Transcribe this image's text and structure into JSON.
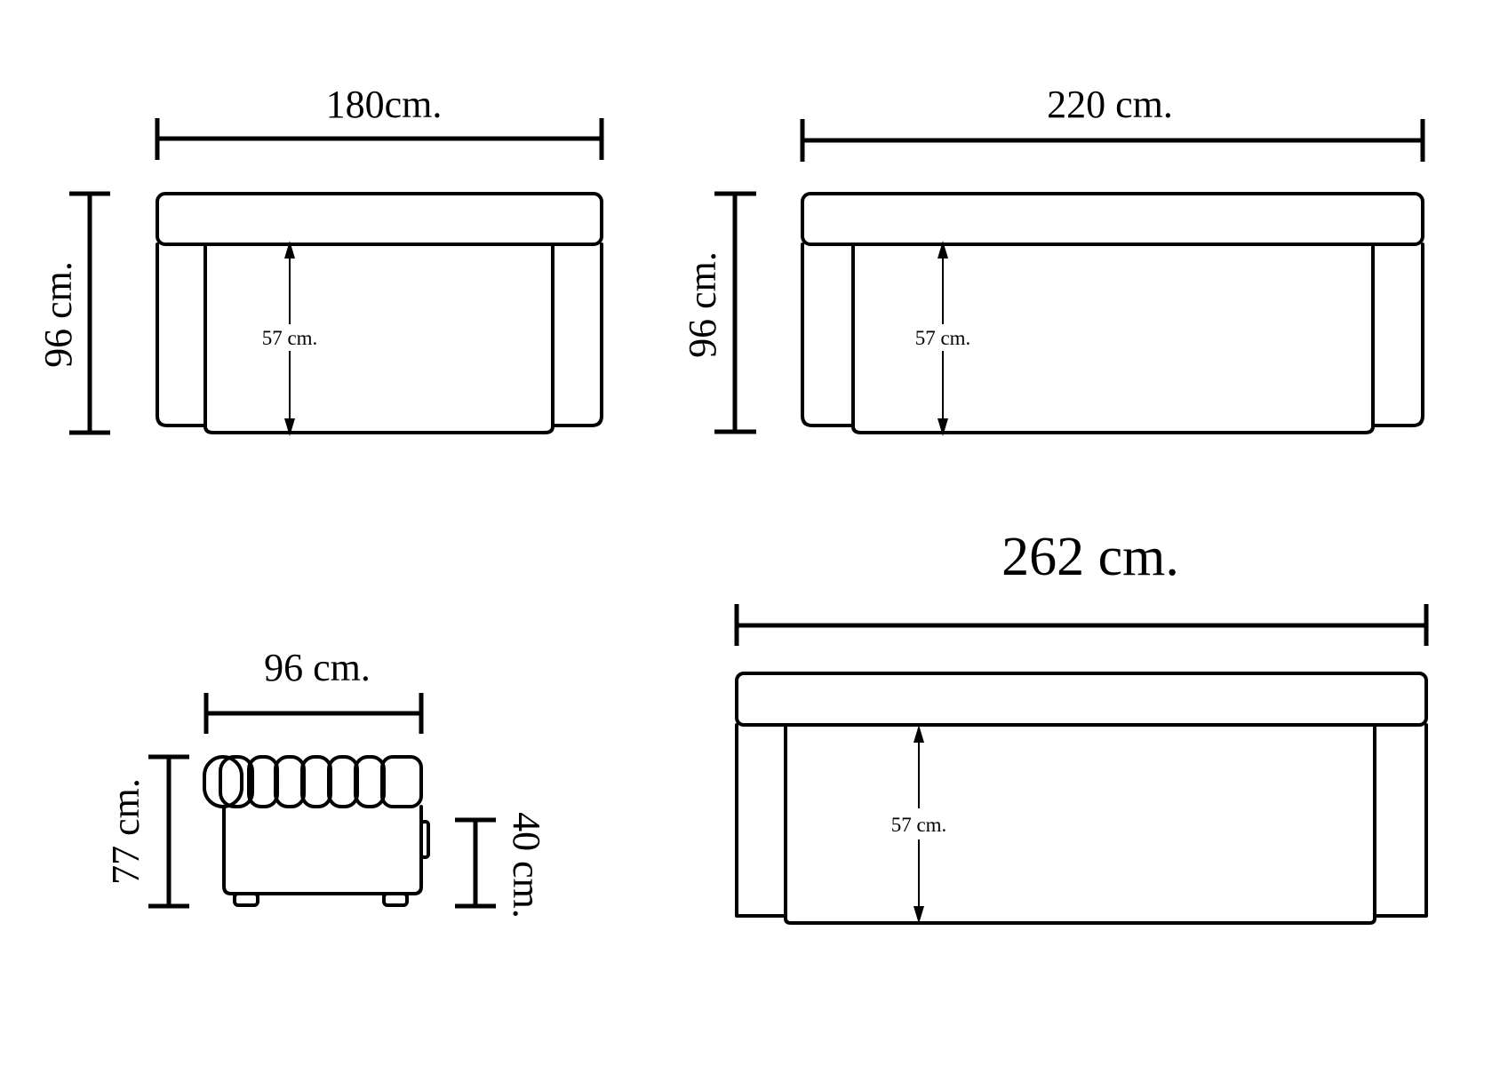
{
  "views": {
    "sofa_2seat": {
      "width_label": "180cm.",
      "depth_label": "96 cm.",
      "seat_label": "57 cm."
    },
    "sofa_3seat": {
      "width_label": "220 cm.",
      "depth_label": "96 cm.",
      "seat_label": "57 cm."
    },
    "sofa_4seat": {
      "width_label": "262 cm.",
      "seat_label": "57 cm."
    },
    "side_view": {
      "depth_label": "96 cm.",
      "height_label": "77 cm.",
      "seat_height_label": "40 cm."
    }
  },
  "colors": {
    "line": "#000000",
    "background": "#ffffff"
  }
}
